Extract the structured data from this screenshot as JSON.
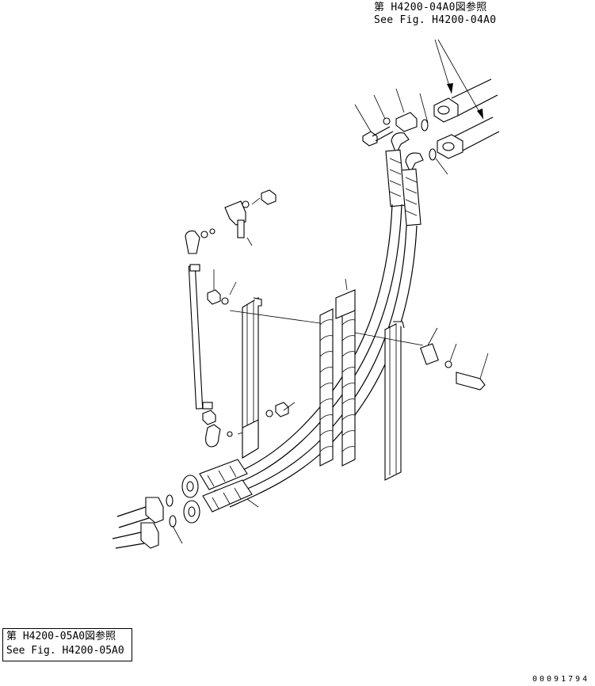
{
  "references": {
    "top": {
      "jp": "第 H4200-04A0図参照",
      "en": "See Fig. H4200-04A0"
    },
    "bottom": {
      "jp": "第 H4200-05A0図参照",
      "en": "See Fig. H4200-05A0"
    }
  },
  "document_number": "00091794"
}
